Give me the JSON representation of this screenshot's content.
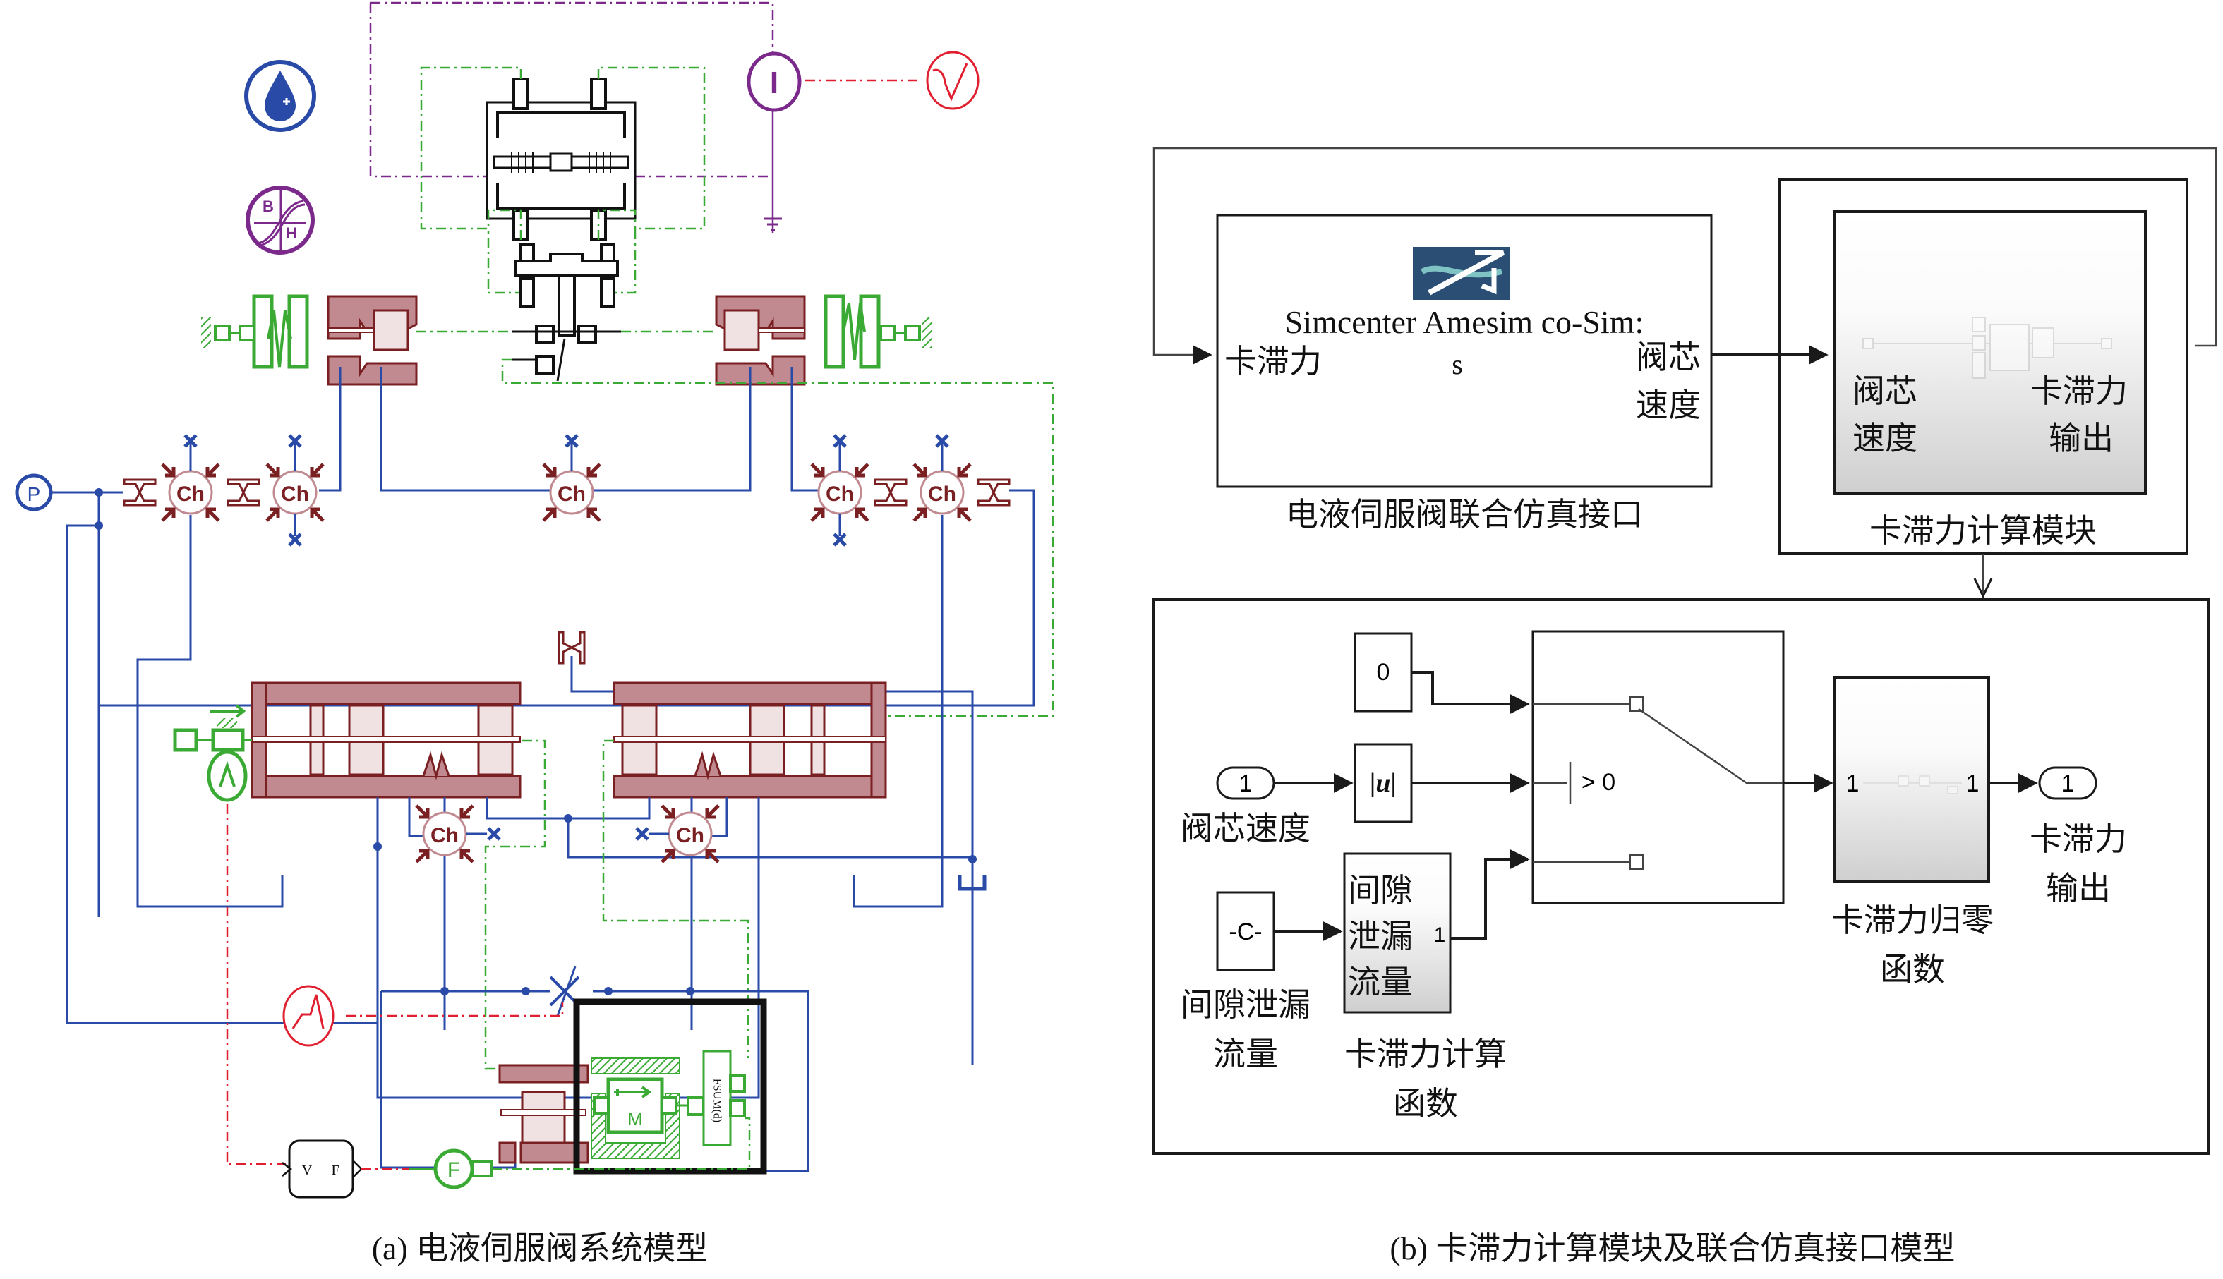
{
  "figure": {
    "panel_a": {
      "caption": "(a) 电液伺服阀系统模型",
      "components": {
        "hydraulic_props": "hydraulic-fluid-properties-icon",
        "magnetic_props": "bh-curve-icon",
        "current_source_label": "I",
        "signal_source": "sine-signal-icon",
        "pressure_source_label": "P",
        "chamber_label": "Ch",
        "mass_label": "M",
        "force_sum_label": "FSUM(d)",
        "converter_labels": [
          "V",
          "F"
        ],
        "force_sensor_label": "F",
        "ramp_signal": "ramp-signal-icon"
      }
    },
    "panel_b": {
      "caption": "(b) 卡滞力计算模块及联合仿真接口模型",
      "cosim_block": {
        "title": "Simcenter Amesim co-Sim:",
        "subtitle": "s",
        "input_port": "卡滞力",
        "output_port": [
          "阀芯",
          "速度"
        ],
        "label": "电液伺服阀联合仿真接口"
      },
      "subsystem_block": {
        "input_port": [
          "阀芯",
          "速度"
        ],
        "output_port": [
          "卡滞力",
          "输出"
        ],
        "label": "卡滞力计算模块"
      },
      "detail": {
        "const_zero": "0",
        "inport": {
          "number": "1",
          "label": "阀芯速度"
        },
        "abs_block": "|u|",
        "switch_threshold": "> 0",
        "const_c": {
          "value": "-C-",
          "label": [
            "间隙泄漏",
            "流量"
          ]
        },
        "calc_fn": {
          "inner_text": [
            "间隙",
            "泄漏",
            "流量"
          ],
          "port": "1",
          "label": [
            "卡滞力计算",
            "函数"
          ]
        },
        "reset_fn": {
          "in_port": "1",
          "out_port": "1",
          "label": [
            "卡滞力归零",
            "函数"
          ]
        },
        "outport": {
          "number": "1",
          "label": [
            "卡滞力",
            "输出"
          ]
        }
      }
    },
    "colors": {
      "hydraulic_line": "#2a4aa8",
      "mechanical_body": "#7a1f22",
      "mechanical_fill": "#c08a90",
      "mechanical_signal": "#3aaa35",
      "electric": "#7b2a8c",
      "signal": "#e02030",
      "amesim_logo": "#2b4f74"
    }
  }
}
